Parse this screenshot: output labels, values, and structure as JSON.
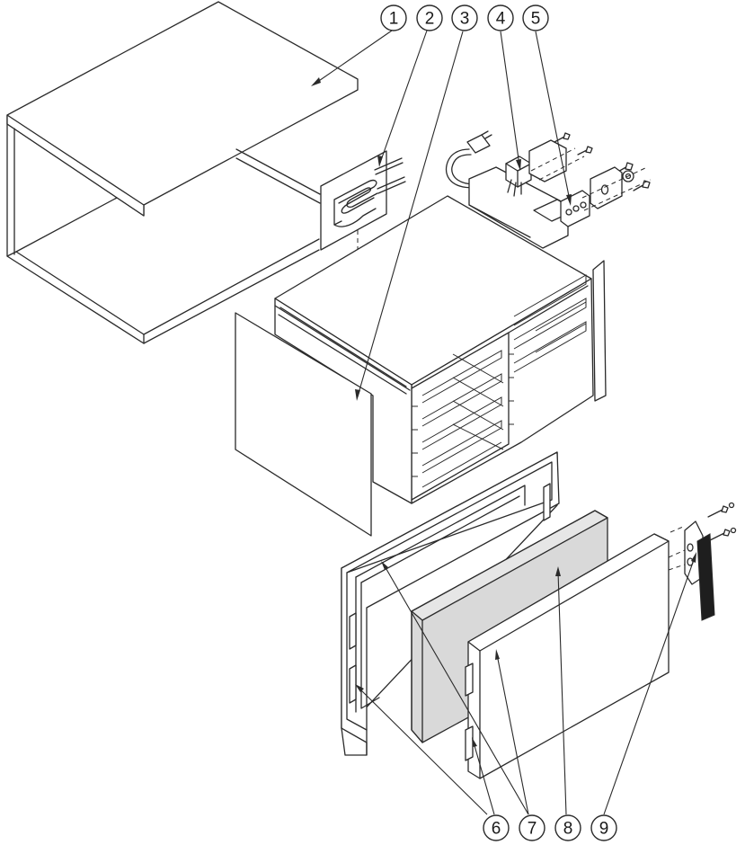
{
  "diagram": {
    "type": "exploded-parts-view",
    "colors": {
      "line": "#2a2a2a",
      "background": "#ffffff",
      "insulation_fill": "#d9d9d9",
      "handle_fill": "#1e1e1e"
    },
    "callouts": [
      {
        "id": "1",
        "label": "1"
      },
      {
        "id": "2",
        "label": "2"
      },
      {
        "id": "3",
        "label": "3"
      },
      {
        "id": "4",
        "label": "4"
      },
      {
        "id": "5",
        "label": "5"
      },
      {
        "id": "6",
        "label": "6"
      },
      {
        "id": "7",
        "label": "7"
      },
      {
        "id": "8",
        "label": "8"
      },
      {
        "id": "9",
        "label": "9"
      }
    ]
  }
}
